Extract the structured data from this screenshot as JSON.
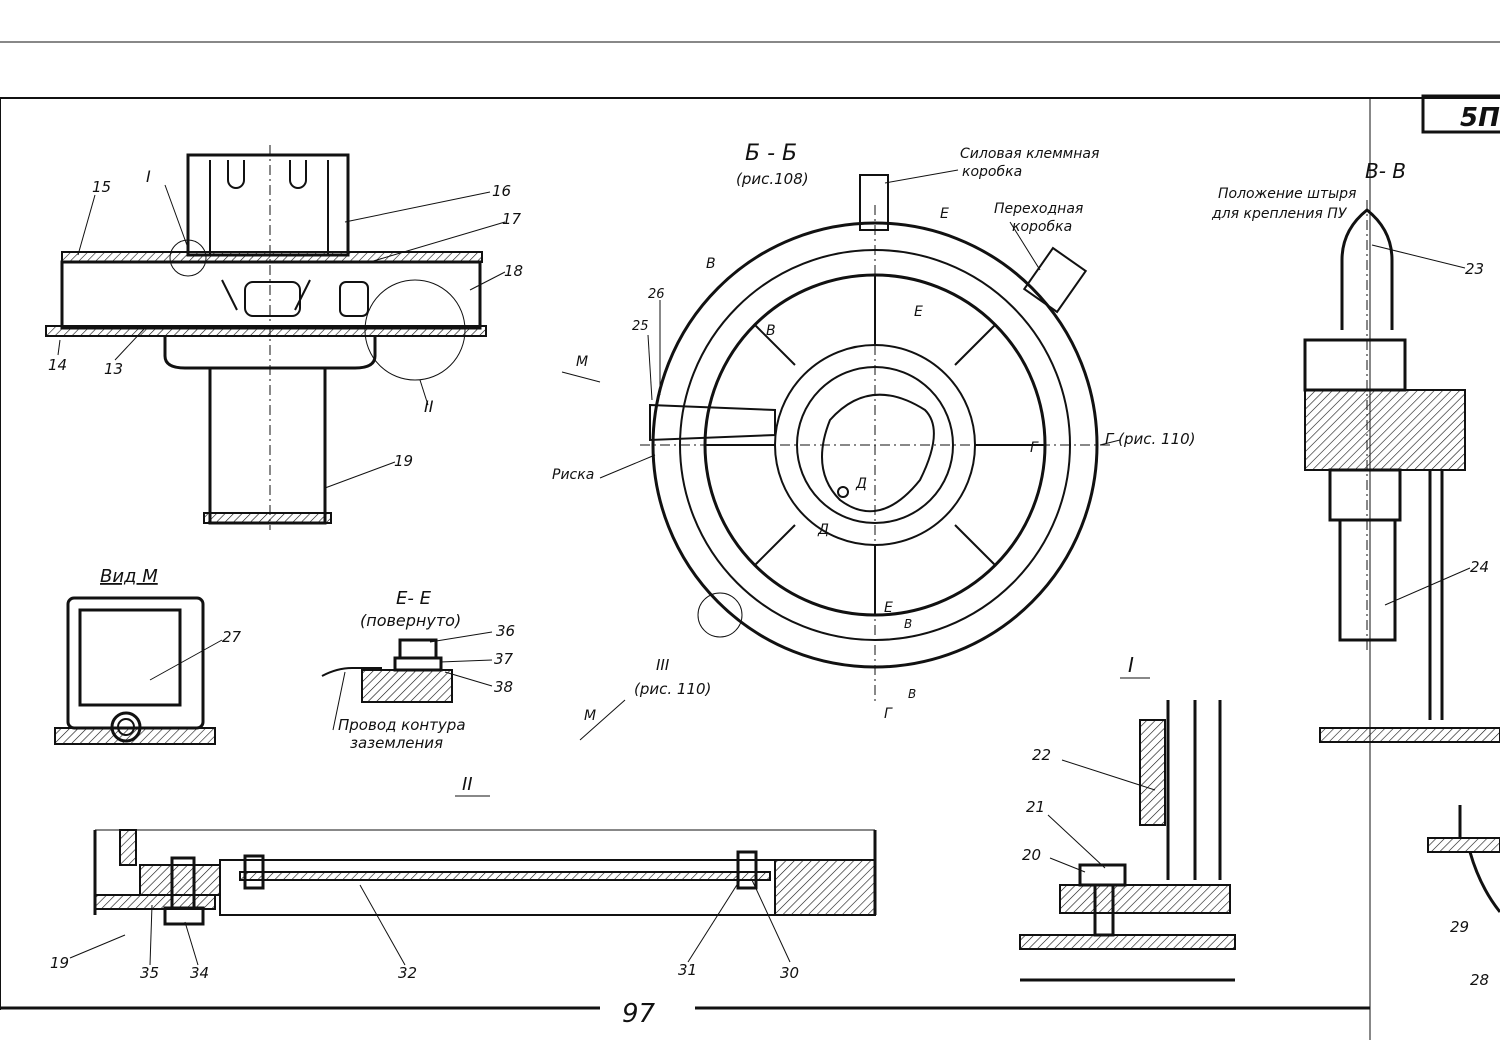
{
  "sheet": {
    "page_number": "97",
    "sheet_code": "5П"
  },
  "section_b": {
    "title": "Б - Б",
    "ref": "(рис.108)",
    "cut_marks": [
      "В",
      "В",
      "Д",
      "Д",
      "Е",
      "Е",
      "Е",
      "Г",
      "Г",
      "В",
      "В",
      "М",
      "М"
    ],
    "label_power_box_1": "Силовая клеммная",
    "label_power_box_2": "коробка",
    "label_transition_1": "Переходная",
    "label_transition_2": "коробка",
    "label_mark": "Риска",
    "label_g_ref": "Г (рис. 110)",
    "label_iii": "III",
    "label_iii_ref": "(рис. 110)"
  },
  "section_v": {
    "title": "В- В",
    "pin_label_1": "Положение штыря",
    "pin_label_2": "для крепления ПУ"
  },
  "view_m": {
    "title": "Вид М"
  },
  "section_e": {
    "title": "Е- Е",
    "subtitle": "(повернуто)",
    "wire_1": "Провод контура",
    "wire_2": "заземления"
  },
  "detail_titles": {
    "one": "I",
    "two": "II",
    "two_small": "II",
    "one_small": "I"
  },
  "callouts": [
    "13",
    "14",
    "15",
    "16",
    "17",
    "18",
    "19",
    "20",
    "21",
    "22",
    "23",
    "24",
    "25",
    "26",
    "27",
    "28",
    "29",
    "30",
    "31",
    "32",
    "34",
    "35",
    "36",
    "37",
    "38"
  ],
  "callout_19_b": "19"
}
